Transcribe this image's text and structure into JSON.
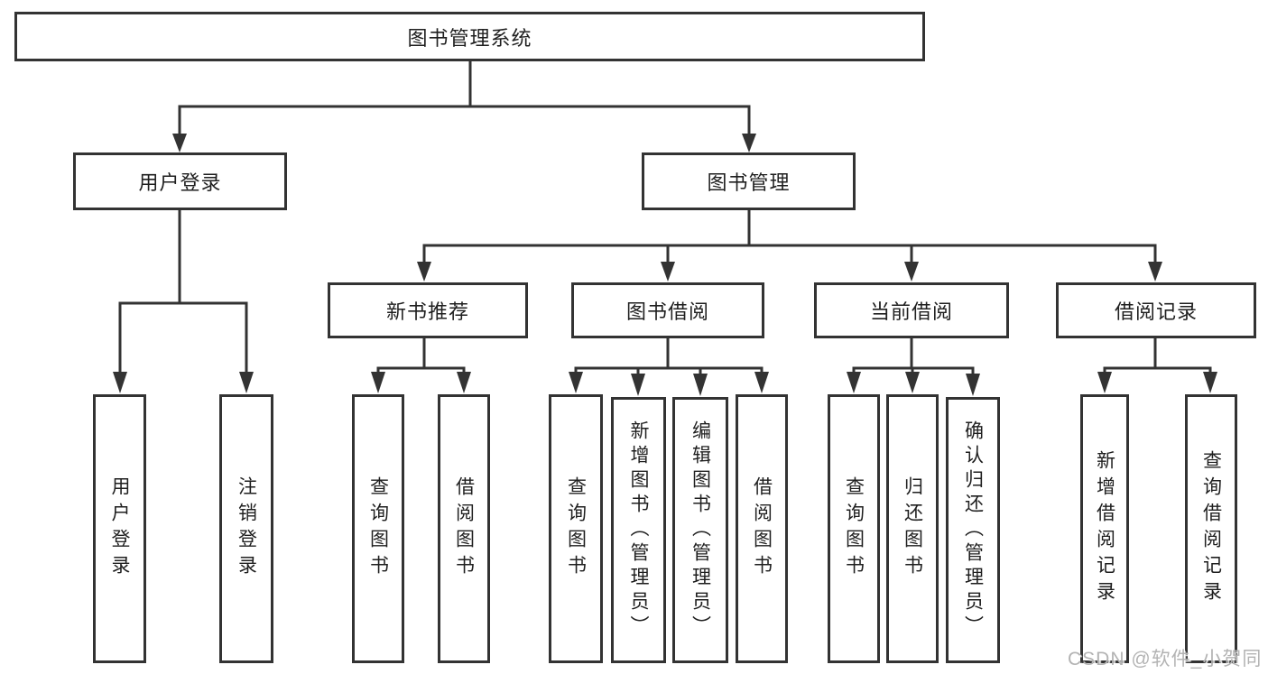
{
  "tree": {
    "root": {
      "label": "图书管理系统"
    },
    "branches": [
      {
        "label": "用户登录",
        "children": [
          {
            "label": "用户登录"
          },
          {
            "label": "注销登录"
          }
        ]
      },
      {
        "label": "图书管理",
        "sections": [
          {
            "label": "新书推荐",
            "children": [
              {
                "label": "查询图书"
              },
              {
                "label": "借阅图书"
              }
            ]
          },
          {
            "label": "图书借阅",
            "children": [
              {
                "label": "查询图书"
              },
              {
                "label": "新增图书（管理员）"
              },
              {
                "label": "编辑图书（管理员）"
              },
              {
                "label": "借阅图书"
              }
            ]
          },
          {
            "label": "当前借阅",
            "children": [
              {
                "label": "查询图书"
              },
              {
                "label": "归还图书"
              },
              {
                "label": "确认归还（管理员）"
              }
            ]
          },
          {
            "label": "借阅记录",
            "children": [
              {
                "label": "新增借阅记录"
              },
              {
                "label": "查询借阅记录"
              }
            ]
          }
        ]
      }
    ]
  },
  "watermark": {
    "text": "CSDN @软件_小贺同学"
  },
  "colors": {
    "line": "#333333",
    "box_border": "#333333",
    "text": "#1f1f1f",
    "background": "#ffffff",
    "watermark": "#b3b3b3"
  }
}
